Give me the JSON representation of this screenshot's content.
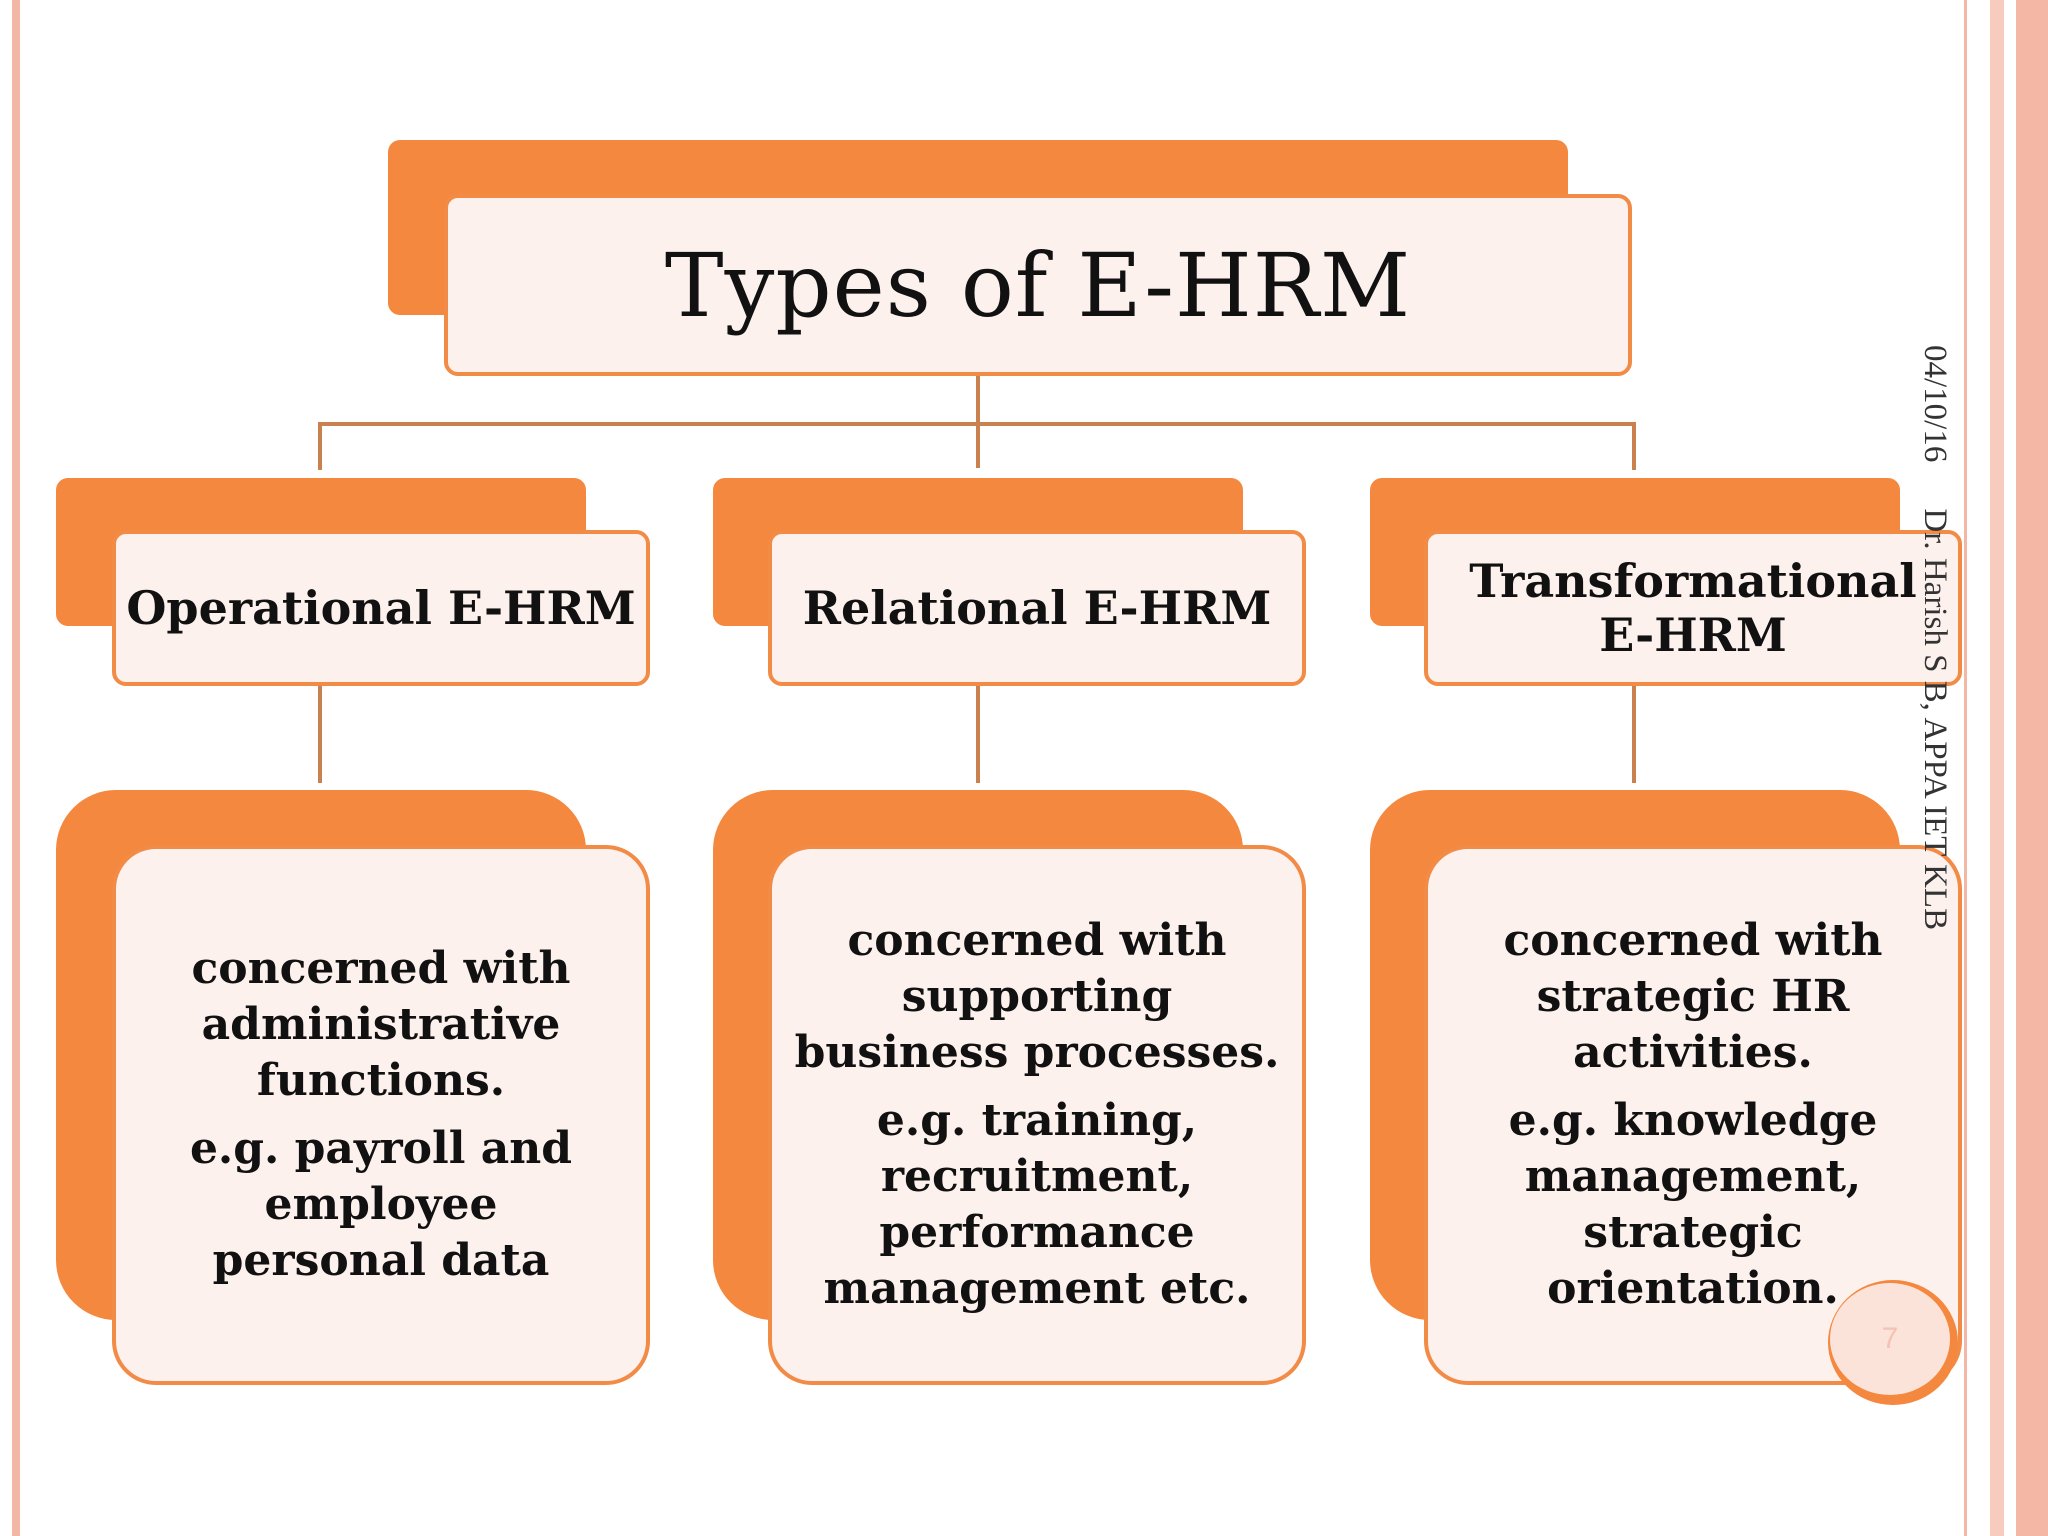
{
  "title": "Types of E-HRM",
  "categories": [
    {
      "heading": "Operational E-HRM",
      "description": "concerned with administrative functions.",
      "example": "e.g. payroll and employee personal data"
    },
    {
      "heading": "Relational E-HRM",
      "description": "concerned with supporting business processes.",
      "example": "e.g. training, recruitment, performance management etc."
    },
    {
      "heading": "Transformational E-HRM",
      "description": "concerned with strategic HR activities.",
      "example": "e.g. knowledge management, strategic orientation."
    }
  ],
  "footer": {
    "date": "04/10/16",
    "author": "Dr. Harish S B, APPA IET KLB",
    "page_number": "7"
  },
  "colors": {
    "accent": "#f4883e",
    "box_fill": "#fdf1ee",
    "connector": "#c8814f",
    "frame": "#f4b7a6"
  }
}
